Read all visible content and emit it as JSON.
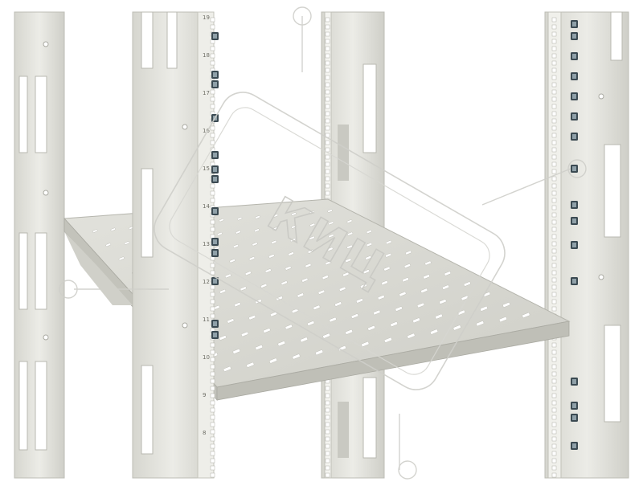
{
  "photo": {
    "subject": "rack-mount shelf",
    "unit_numbers": [
      "19",
      "18",
      "17",
      "16",
      "15",
      "14",
      "13",
      "12",
      "11",
      "10",
      "9",
      "8"
    ]
  },
  "watermark": {
    "text": "КИЦ"
  },
  "colors": {
    "metal": "#e4e4de",
    "metal_shadow": "#c8c8c1",
    "shelf": "#dcdcd6",
    "hole": "#ffffff",
    "bracket": "#3b4a52"
  }
}
